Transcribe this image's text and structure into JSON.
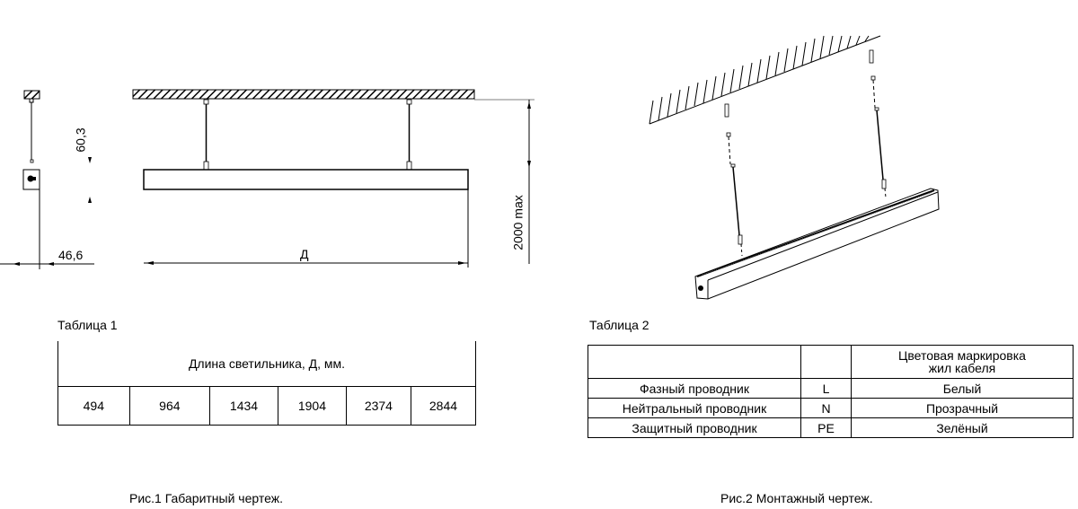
{
  "figure1": {
    "caption": "Рис.1 Габаритный чертеж.",
    "dimensions": {
      "height_label": "60,3",
      "width_label": "46,6",
      "length_label": "Д",
      "suspension_label": "2000 max"
    }
  },
  "figure2": {
    "caption": "Рис.2 Монтажный чертеж."
  },
  "table1": {
    "title": "Таблица 1",
    "header": "Длина светильника, Д, мм.",
    "values": [
      "494",
      "964",
      "1434",
      "1904",
      "2374",
      "2844"
    ]
  },
  "table2": {
    "title": "Таблица 2",
    "header": [
      "",
      "",
      "Цветовая маркировка жил кабеля"
    ],
    "rows": [
      [
        "Фазный проводник",
        "L",
        "Белый"
      ],
      [
        "Нейтральный проводник",
        "N",
        "Прозрачный"
      ],
      [
        "Защитный проводник",
        "PE",
        "Зелёный"
      ]
    ]
  }
}
